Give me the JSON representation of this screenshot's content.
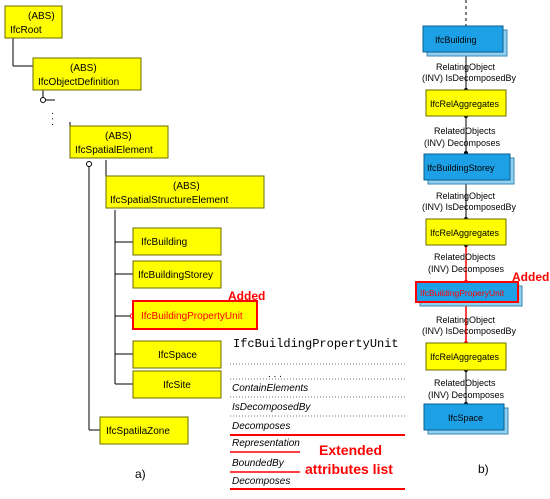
{
  "panel_a": {
    "root": {
      "abs": "(ABS)",
      "name": "IfcRoot"
    },
    "object_definition": {
      "abs": "(ABS)",
      "name": "IfcObjectDefinition"
    },
    "spatial_element": {
      "abs": "(ABS)",
      "name": "IfcSpatialElement"
    },
    "spatial_structure_element": {
      "abs": "(ABS)",
      "name": "IfcSpatialStructureElement"
    },
    "building": "IfcBuilding",
    "building_storey": "IfcBuildingStorey",
    "building_property_unit": "IfcBuildingPropertyUnit",
    "added_label": "Added",
    "space": "IfcSpace",
    "site": "IfcSite",
    "spatial_zone": "IfcSpatilaZone",
    "ellipsis": ". . .",
    "attributes_title": "IfcBuildingPropertyUnit",
    "attributes_ellipsis": ". . .",
    "attributes": [
      "ContainElements",
      "IsDecomposedBy",
      "Decomposes"
    ],
    "extended_attributes": [
      "Representation",
      "BoundedBy",
      "Decomposes"
    ],
    "extended_label_line1": "Extended",
    "extended_label_line2": "attributes list",
    "caption": "a)"
  },
  "panel_b": {
    "building": "IfcBuilding",
    "rel1": {
      "line1": "RelatingObject",
      "line2": "(INV) IsDecomposedBy"
    },
    "agg1": "IfcRelAggregates",
    "rel2": {
      "line1": "RelatedObjects",
      "line2": "(INV) Decomposes"
    },
    "storey": "IfcBuildingStorey",
    "rel3": {
      "line1": "RelatingObject",
      "line2": "(INV) IsDecomposedBy"
    },
    "agg2": "IfcRelAggregates",
    "rel4": {
      "line1": "RelatedObjects",
      "line2": "(INV) Decomposes"
    },
    "property_unit": "IfcBuildingProperyUnit",
    "added_label": "Added",
    "rel5": {
      "line1": "RelatingObject",
      "line2": "(INV) IsDecomposedBy"
    },
    "agg3": "IfcRelAggregates",
    "rel6": {
      "line1": "RelatedObjects",
      "line2": "(INV) Decomposes"
    },
    "space": "IfcSpace",
    "caption": "b)"
  },
  "colors": {
    "yellow": "#ffff00",
    "blue": "#1ea0e6",
    "red": "#ff0000"
  }
}
